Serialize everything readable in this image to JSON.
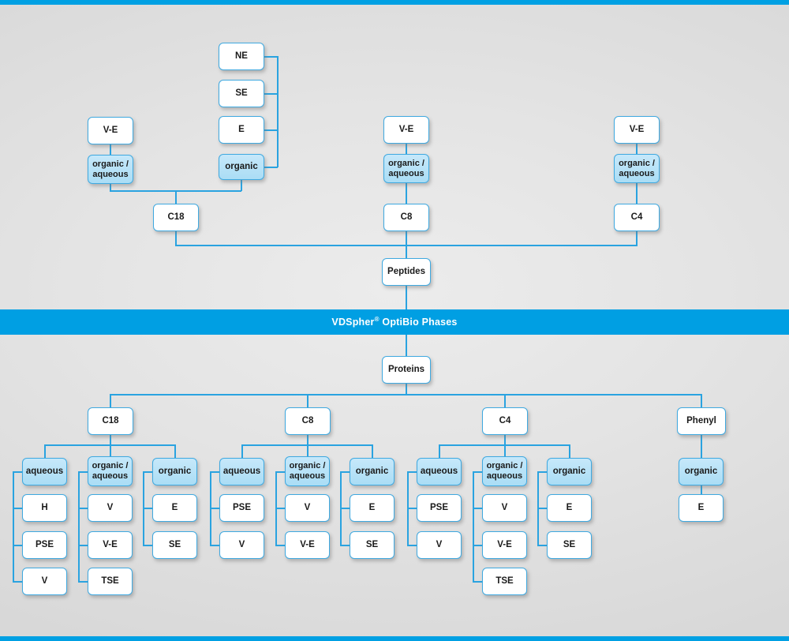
{
  "banner": {
    "text_before": "VDSpher",
    "sup": "®",
    "text_after": " OptiBio Phases"
  },
  "colors": {
    "accent": "#009fe3",
    "node_border": "#3fa9e0",
    "node_fill_highlight": "#b9e2f7",
    "node_fill_plain": "#ffffff",
    "background": "#e4e4e4",
    "text": "#1a1a1a",
    "banner_text": "#ffffff"
  },
  "peptides": {
    "root_label": "Peptides",
    "columns": [
      {
        "sorbent": "C18",
        "modes": [
          {
            "label": "organic / aqueous",
            "parent": "V-E",
            "children": []
          },
          {
            "label": "organic",
            "children": [
              "NE",
              "SE",
              "E"
            ]
          }
        ]
      },
      {
        "sorbent": "C8",
        "modes": [
          {
            "label": "organic / aqueous",
            "parent": "V-E",
            "children": []
          }
        ]
      },
      {
        "sorbent": "C4",
        "modes": [
          {
            "label": "organic / aqueous",
            "parent": "V-E",
            "children": []
          }
        ]
      }
    ]
  },
  "proteins": {
    "root_label": "Proteins",
    "columns": [
      {
        "sorbent": "C18",
        "groups": [
          {
            "label": "aqueous",
            "children": [
              "H",
              "PSE",
              "V"
            ]
          },
          {
            "label": "organic / aqueous",
            "children": [
              "V",
              "V-E",
              "TSE"
            ]
          },
          {
            "label": "organic",
            "children": [
              "E",
              "SE"
            ]
          }
        ]
      },
      {
        "sorbent": "C8",
        "groups": [
          {
            "label": "aqueous",
            "children": [
              "PSE",
              "V"
            ]
          },
          {
            "label": "organic / aqueous",
            "children": [
              "V",
              "V-E"
            ]
          },
          {
            "label": "organic",
            "children": [
              "E",
              "SE"
            ]
          }
        ]
      },
      {
        "sorbent": "C4",
        "groups": [
          {
            "label": "aqueous",
            "children": [
              "PSE",
              "V"
            ]
          },
          {
            "label": "organic / aqueous",
            "children": [
              "V",
              "V-E",
              "TSE"
            ]
          },
          {
            "label": "organic",
            "children": [
              "E",
              "SE"
            ]
          }
        ]
      },
      {
        "sorbent": "Phenyl",
        "groups": [
          {
            "label": "organic",
            "children": [
              "E"
            ]
          }
        ]
      }
    ]
  },
  "labels": {
    "ve": "V-E",
    "ne": "NE",
    "se": "SE",
    "e": "E",
    "organic": "organic",
    "organic_aqueous_l1": "organic /",
    "organic_aqueous_l2": "aqueous",
    "aqueous": "aqueous",
    "h": "H",
    "pse": "PSE",
    "v": "V",
    "tse": "TSE",
    "c18": "C18",
    "c8": "C8",
    "c4": "C4",
    "phenyl": "Phenyl",
    "peptides": "Peptides",
    "proteins": "Proteins"
  }
}
